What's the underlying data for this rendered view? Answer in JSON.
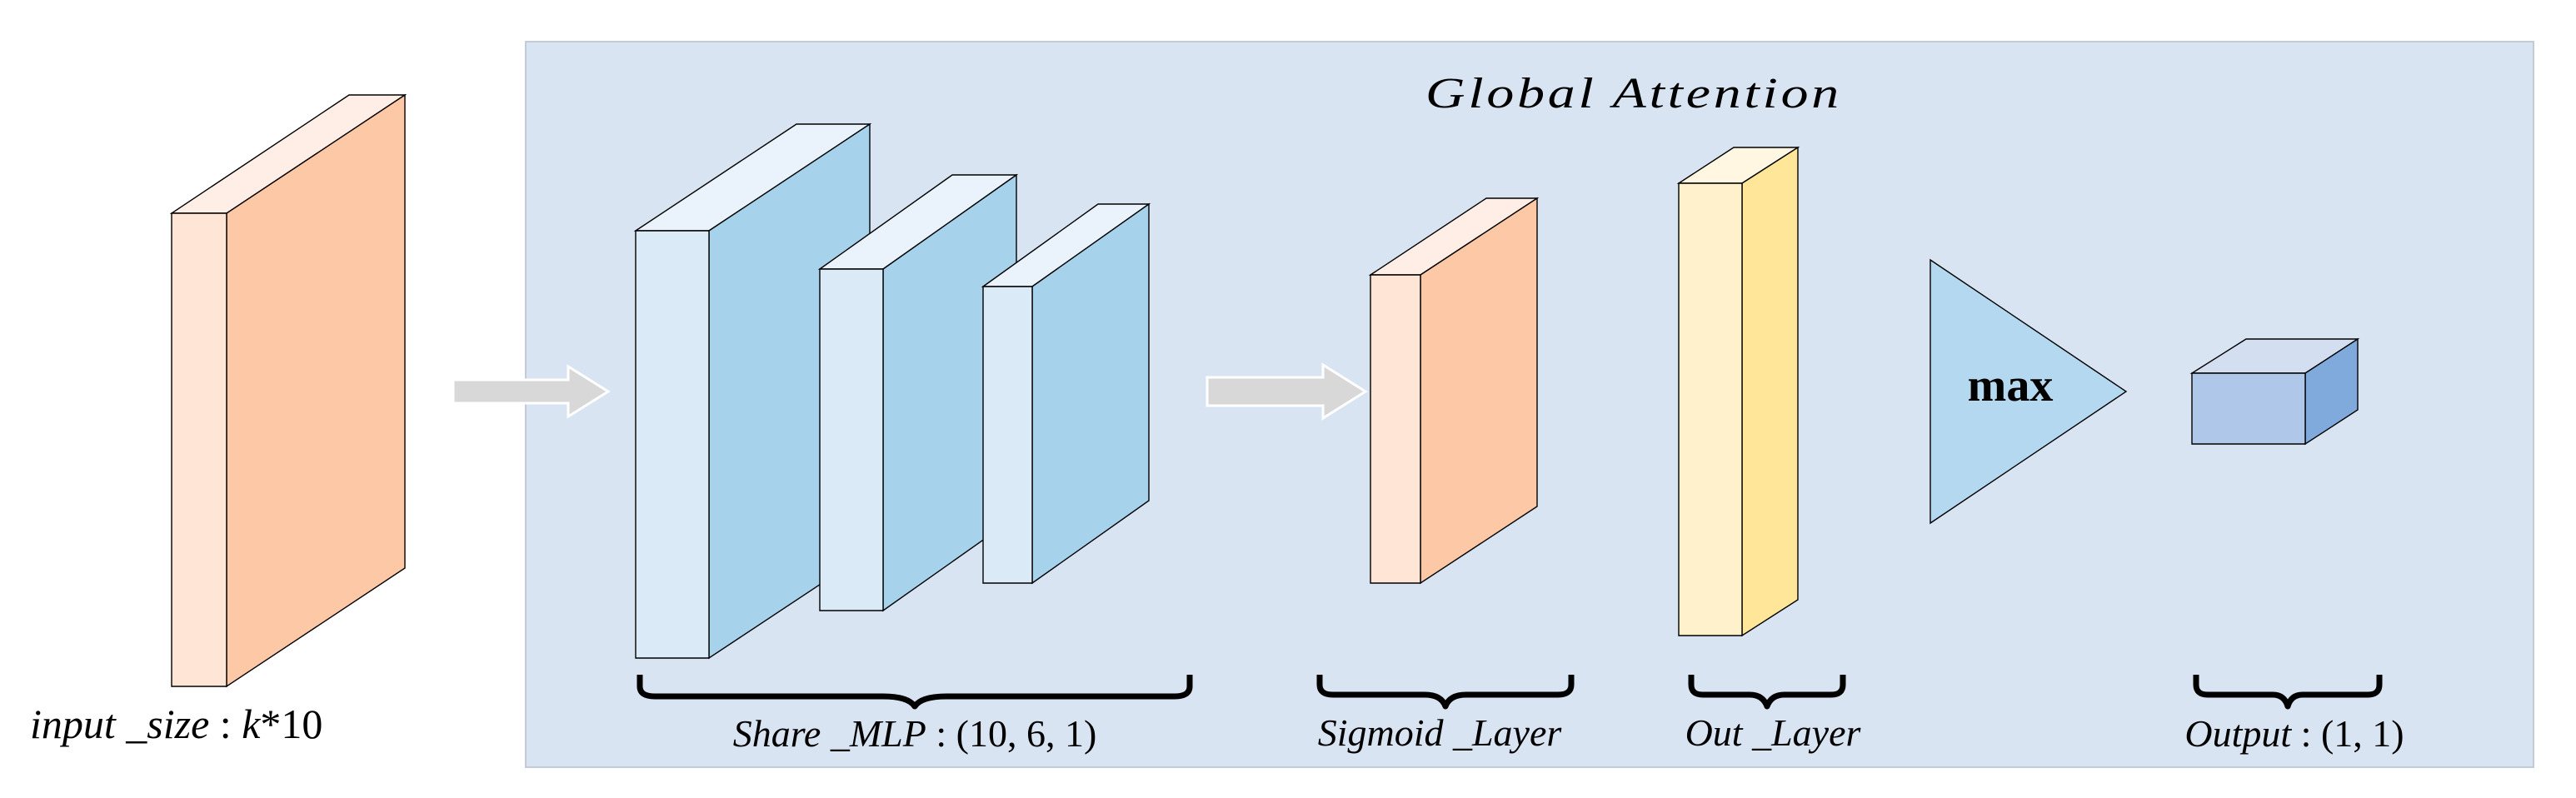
{
  "diagram": {
    "title": "Global Attention",
    "colors": {
      "panel_bg": "#D9E4F3",
      "panel_border": "#C3CBD6",
      "arrow_fill": "#D8D8D8",
      "arrow_outline": "#FFFFFF",
      "input_front": "#FEE5D6",
      "input_side": "#FCC8A5",
      "input_top": "#FEEEE6",
      "mlp_front": "#DAEAF7",
      "mlp_side": "#A7D2EB",
      "mlp_top": "#EAF2FB",
      "out_layer_front": "#FFF1CC",
      "out_layer_side": "#FFE699",
      "out_layer_top": "#FFF7E1",
      "max_fill": "#B4D8F0",
      "output_front": "#AFC7E8",
      "output_side": "#80AADC",
      "output_top": "#D3DFF0"
    },
    "nodes": [
      {
        "id": "input",
        "label": "input _size : k*10",
        "shape": "3d-slab",
        "count": 1
      },
      {
        "id": "share_mlp",
        "label": "Share _MLP : (10, 6, 1)",
        "shape": "3d-slab",
        "count": 3
      },
      {
        "id": "sigmoid_layer",
        "label": "Sigmoid _Layer",
        "shape": "3d-slab",
        "count": 1
      },
      {
        "id": "out_layer",
        "label": "Out _Layer",
        "shape": "3d-slab",
        "count": 1
      },
      {
        "id": "max",
        "label": "max",
        "shape": "triangle",
        "count": 1
      },
      {
        "id": "output",
        "label": "Output : (1, 1)",
        "shape": "3d-box",
        "count": 1
      }
    ],
    "edges": [
      {
        "from": "input",
        "to": "share_mlp",
        "style": "block-arrow"
      },
      {
        "from": "share_mlp",
        "to": "sigmoid_layer",
        "style": "block-arrow"
      }
    ],
    "labels": {
      "panel_title": "Global Attention",
      "input": {
        "italic": "input _size",
        "sep": " : ",
        "var": "k",
        "rest": "*10"
      },
      "mlp": {
        "italic": "Share _MLP",
        "rest": " : (10, 6, 1)"
      },
      "sigmoid": {
        "italic": "Sigmoid _Layer"
      },
      "out_layer": {
        "italic": "Out _Layer"
      },
      "max": "max",
      "output": {
        "italic": "Output",
        "rest": " : (1, 1)"
      }
    }
  }
}
